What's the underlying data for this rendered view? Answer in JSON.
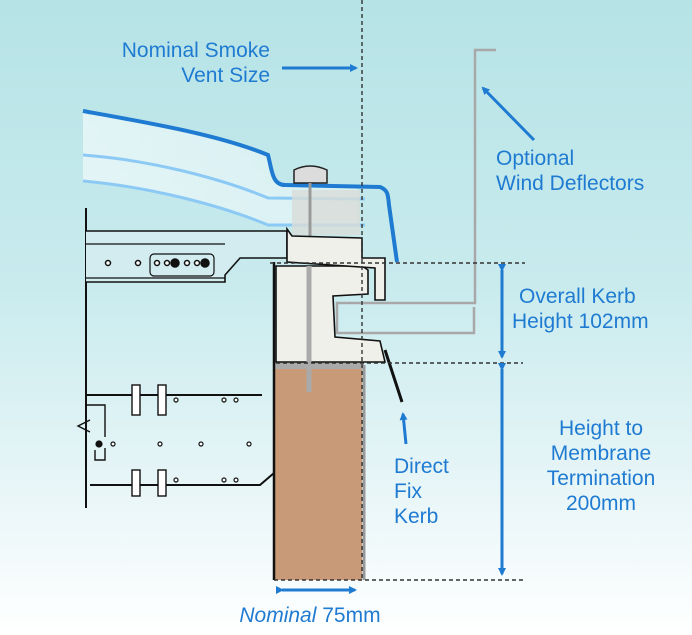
{
  "diagram": {
    "title": "Smoke vent direct fix kerb section",
    "colors": {
      "accent": "#1f7bd1",
      "timber": "#c99a78",
      "kerb": "#f0f0ea",
      "deflector": "#a8a8a8"
    },
    "labels": {
      "vent_size_line1": "Nominal Smoke",
      "vent_size_line2": "Vent Size",
      "deflector_line1": "Optional",
      "deflector_line2": "Wind Deflectors",
      "kerb_height_line1": "Overall Kerb",
      "kerb_height_line2": "Height 102mm",
      "membrane_line1": "Height to",
      "membrane_line2": "Membrane",
      "membrane_line3": "Termination",
      "membrane_line4": "200mm",
      "direct_fix_line1": "Direct",
      "direct_fix_line2": "Fix",
      "direct_fix_line3": "Kerb",
      "width_italic": "Nominal",
      "width_value": "75mm"
    }
  }
}
